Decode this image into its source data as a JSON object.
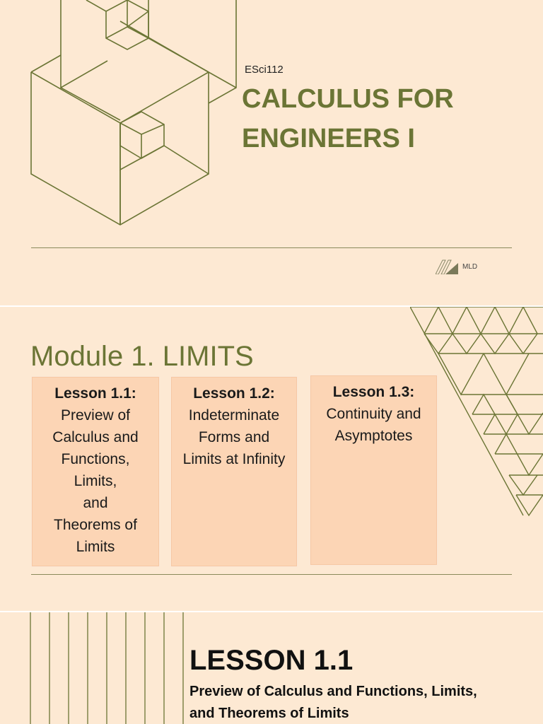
{
  "slide1": {
    "course_code": "ESci112",
    "course_title": "CALCULUS   FOR ENGINEERS I",
    "logo_text": "MLD",
    "accent_color": "#6b7535"
  },
  "slide2": {
    "module_title": "Module 1. LIMITS",
    "lessons": [
      {
        "head": "Lesson 1.1:",
        "body": "Preview of\nCalculus and\nFunctions,\nLimits,\nand\nTheorems of\nLimits"
      },
      {
        "head": "Lesson 1.2:",
        "body": "Indeterminate\nForms and\nLimits at Infinity"
      },
      {
        "head": "Lesson 1.3:",
        "body": "Continuity and\nAsymptotes"
      }
    ],
    "card_color": "#fcd5b5"
  },
  "slide3": {
    "lesson_title": "LESSON 1.1",
    "lesson_subtitle": "Preview of Calculus and   Functions, Limits,\nand Theorems of Limits"
  }
}
